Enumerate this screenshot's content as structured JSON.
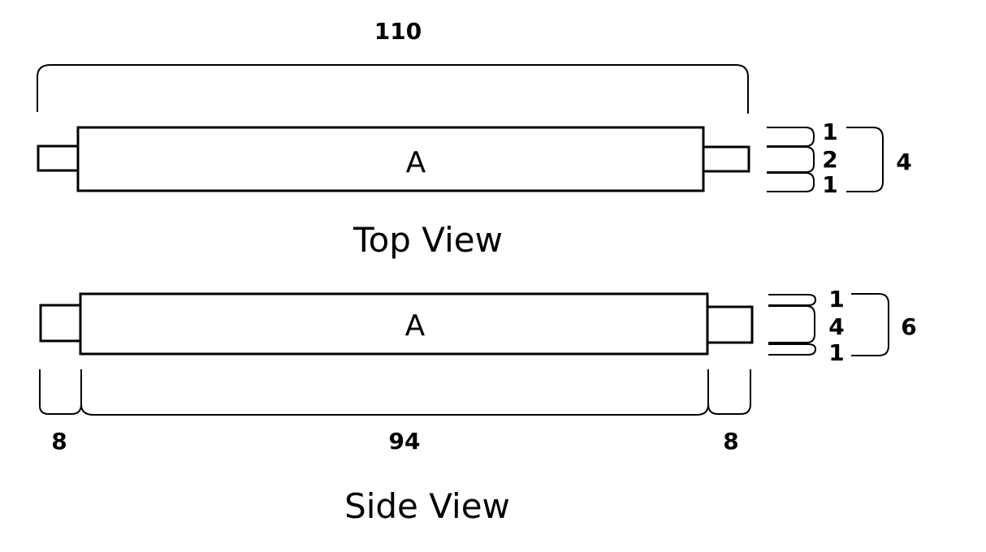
{
  "top_view": {
    "caption": "Top View",
    "part_label": "A",
    "overall_length": "110",
    "width_parts": [
      "1",
      "2",
      "1"
    ],
    "width_total": "4"
  },
  "side_view": {
    "caption": "Side View",
    "part_label": "A",
    "height_parts": [
      "1",
      "4",
      "1"
    ],
    "height_total": "6",
    "length_parts": [
      "8",
      "94",
      "8"
    ]
  }
}
